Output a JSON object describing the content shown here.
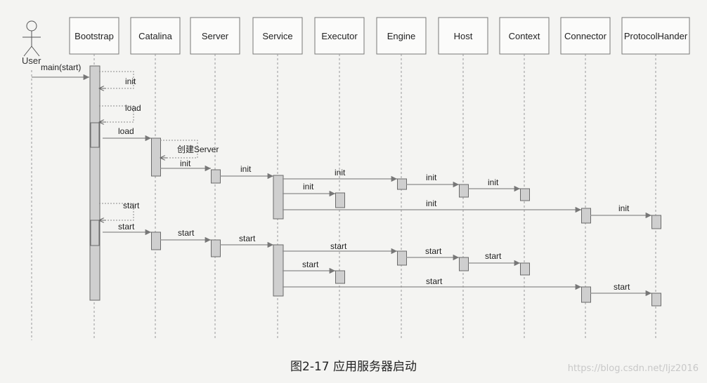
{
  "actor": {
    "label": "User"
  },
  "participants": [
    {
      "id": "bootstrap",
      "label": "Bootstrap"
    },
    {
      "id": "catalina",
      "label": "Catalina"
    },
    {
      "id": "server",
      "label": "Server"
    },
    {
      "id": "service",
      "label": "Service"
    },
    {
      "id": "executor",
      "label": "Executor"
    },
    {
      "id": "engine",
      "label": "Engine"
    },
    {
      "id": "host",
      "label": "Host"
    },
    {
      "id": "context",
      "label": "Context"
    },
    {
      "id": "connector",
      "label": "Connector"
    },
    {
      "id": "protocolhander",
      "label": "ProtocolHander"
    }
  ],
  "messages": [
    {
      "from": "user",
      "to": "bootstrap",
      "label": "main(start)"
    },
    {
      "from": "bootstrap",
      "to": "bootstrap",
      "label": "init"
    },
    {
      "from": "bootstrap",
      "to": "bootstrap",
      "label": "load"
    },
    {
      "from": "bootstrap",
      "to": "catalina",
      "label": "load"
    },
    {
      "from": "catalina",
      "to": "catalina",
      "label": "创建Server"
    },
    {
      "from": "catalina",
      "to": "server",
      "label": "init"
    },
    {
      "from": "server",
      "to": "service",
      "label": "init"
    },
    {
      "from": "service",
      "to": "engine",
      "label": "init"
    },
    {
      "from": "engine",
      "to": "host",
      "label": "init"
    },
    {
      "from": "host",
      "to": "context",
      "label": "init"
    },
    {
      "from": "service",
      "to": "executor",
      "label": "init"
    },
    {
      "from": "service",
      "to": "connector",
      "label": "init"
    },
    {
      "from": "connector",
      "to": "protocolhander",
      "label": "init"
    },
    {
      "from": "bootstrap",
      "to": "bootstrap",
      "label": "start"
    },
    {
      "from": "bootstrap",
      "to": "catalina",
      "label": "start"
    },
    {
      "from": "catalina",
      "to": "server",
      "label": "start"
    },
    {
      "from": "server",
      "to": "service",
      "label": "start"
    },
    {
      "from": "service",
      "to": "engine",
      "label": "start"
    },
    {
      "from": "engine",
      "to": "host",
      "label": "start"
    },
    {
      "from": "host",
      "to": "context",
      "label": "start"
    },
    {
      "from": "service",
      "to": "executor",
      "label": "start"
    },
    {
      "from": "service",
      "to": "connector",
      "label": "start"
    },
    {
      "from": "connector",
      "to": "protocolhander",
      "label": "start"
    }
  ],
  "caption": "图2-17    应用服务器启动",
  "watermark": "https://blog.csdn.net/ljz2016"
}
